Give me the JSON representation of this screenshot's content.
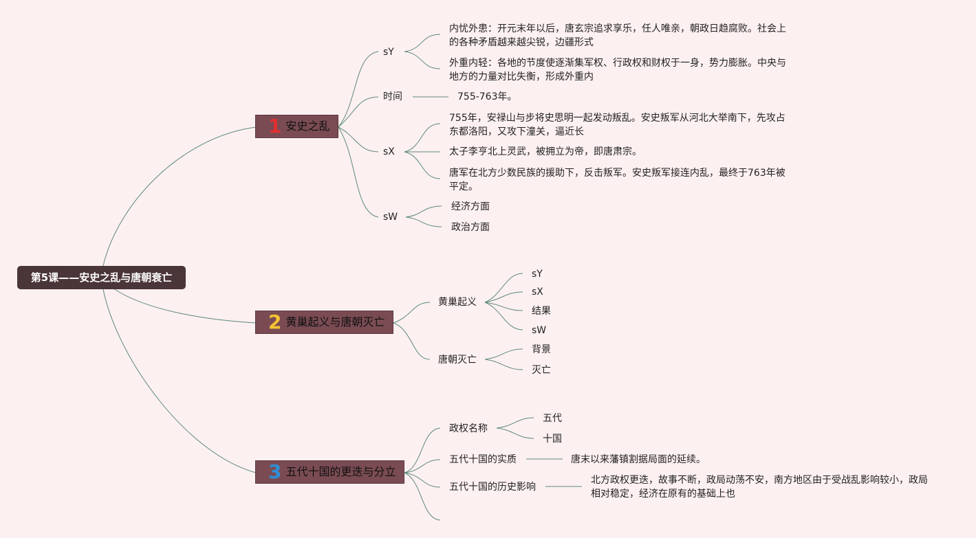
{
  "root": "第5课——安史之乱与唐朝衰亡",
  "topics": [
    {
      "num": "1",
      "title": "安史之乱",
      "children": [
        {
          "label": "sY",
          "items": [
            "内忧外患：开元末年以后，唐玄宗追求享乐，任人唯亲，朝政日趋腐败。社会上的各种矛盾越来越尖锐，边疆形式",
            "外重内轻：各地的节度使逐渐集军权、行政权和财权于一身，势力膨胀。中央与地方的力量对比失衡，形成外重内"
          ]
        },
        {
          "label": "时间",
          "items": [
            "755-763年。"
          ]
        },
        {
          "label": "sX",
          "items": [
            "755年，安禄山与步将史思明一起发动叛乱。安史叛军从河北大举南下，先攻占东都洛阳，又攻下潼关，逼近长",
            "太子李亨北上灵武，被拥立为帝，即唐肃宗。",
            "唐军在北方少数民族的援助下，反击叛军。安史叛军接连内乱，最终于763年被平定。"
          ]
        },
        {
          "label": "sW",
          "items": [
            "经济方面",
            "政治方面"
          ]
        }
      ]
    },
    {
      "num": "2",
      "title": "黄巢起义与唐朝灭亡",
      "children": [
        {
          "label": "黄巢起义",
          "items": [
            "sY",
            "sX",
            "结果",
            "sW"
          ]
        },
        {
          "label": "唐朝灭亡",
          "items": [
            "背景",
            "灭亡"
          ]
        }
      ]
    },
    {
      "num": "3",
      "title": "五代十国的更迭与分立",
      "children": [
        {
          "label": "政权名称",
          "items": [
            "五代",
            "十国"
          ]
        },
        {
          "label": "五代十国的实质",
          "items": [
            "唐末以来藩镇割据局面的延续。"
          ]
        },
        {
          "label": "五代十国的历史影响",
          "items": [
            "北方政权更迭，故事不断，政局动荡不安，南方地区由于受战乱影响较小，政局相对稳定，经济在原有的基础上也"
          ]
        }
      ]
    }
  ],
  "colors": {
    "background": "#fdf0f1",
    "root": "#4a3538",
    "topic": "#7a4b53",
    "line": "#5a8a7a",
    "num1": "#e0302f",
    "num2": "#f5c331",
    "num3": "#2f8ed6"
  }
}
